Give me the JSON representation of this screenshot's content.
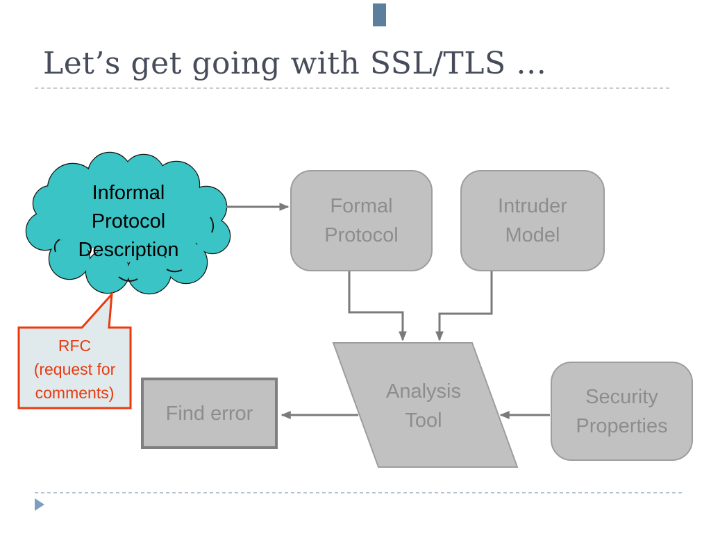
{
  "slide": {
    "title": "Let’s get going with SSL/TLS …"
  },
  "diagram": {
    "cloud": {
      "label": "Informal Protocol Description",
      "lines": [
        "Informal",
        "Protocol",
        "Description"
      ]
    },
    "formal_protocol": {
      "label": "Formal Protocol",
      "lines": [
        "Formal",
        "Protocol"
      ]
    },
    "intruder_model": {
      "label": "Intruder Model",
      "lines": [
        "Intruder",
        "Model"
      ]
    },
    "analysis_tool": {
      "label": "Analysis Tool",
      "lines": [
        "Analysis",
        "Tool"
      ]
    },
    "security_properties": {
      "label": "Security Properties",
      "lines": [
        "Security",
        "Properties"
      ]
    },
    "find_error": {
      "label": "Find error"
    },
    "rfc_callout": {
      "label": "RFC (request for comments)",
      "lines": [
        "RFC",
        "(request for",
        "comments)"
      ]
    },
    "edges": [
      {
        "from": "informal-protocol-description",
        "to": "formal-protocol"
      },
      {
        "from": "formal-protocol",
        "to": "analysis-tool"
      },
      {
        "from": "intruder-model",
        "to": "analysis-tool"
      },
      {
        "from": "security-properties",
        "to": "analysis-tool"
      },
      {
        "from": "analysis-tool",
        "to": "find-error"
      },
      {
        "from": "rfc-callout",
        "to": "informal-protocol-description"
      }
    ]
  },
  "colors": {
    "title-text": "#474C5B",
    "dotted-top": "#cbcbcb",
    "dotted-bottom": "#b7c2cf",
    "square": "#5c7f9d",
    "triangle": "#7d9dc2",
    "cloud-fill": "#3ac4c6",
    "cloud-stroke": "#141414",
    "box-fill": "#c1c1c1",
    "box-stroke": "#9d9d9d",
    "box-text": "#8d8d8d",
    "find-border": "#7f7f7f",
    "connector": "#7a7a7a",
    "callout-fill": "#e0eaec",
    "callout-stroke": "#ec3a0e",
    "callout-text": "#e8390f"
  }
}
